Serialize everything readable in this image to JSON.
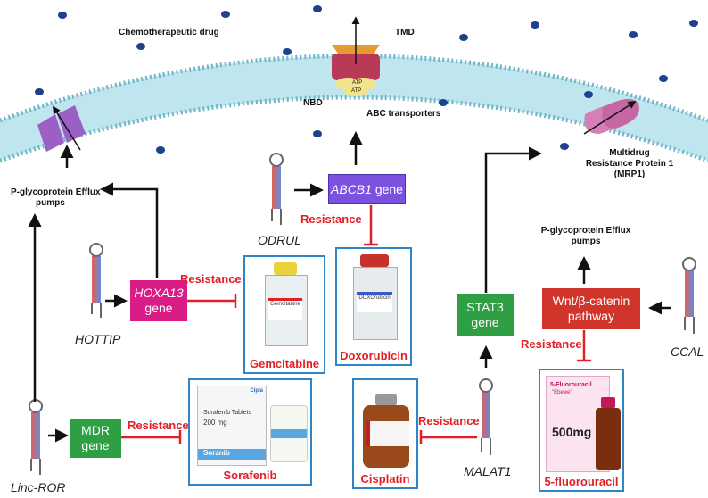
{
  "labels": {
    "chemo_drug": "Chemotherapeutic drug",
    "tmd": "TMD",
    "nbd": "NBD",
    "abc_transporters": "ABC transporters",
    "atp_top": "ATP",
    "atp_bottom": "ATP",
    "mrp1_line1": "Multidrug",
    "mrp1_line2": "Resistance Protein 1",
    "mrp1_line3": "(MRP1)",
    "pgp_left_line1": "P-glycoprotein Efflux",
    "pgp_left_line2": "pumps",
    "pgp_right_line1": "P-glycoprotein Efflux",
    "pgp_right_line2": "pumps"
  },
  "lncrnas": {
    "odrul": "ODRUL",
    "hottip": "HOTTIP",
    "linc_ror": "Linc-ROR",
    "malat1": "MALAT1",
    "ccal": "CCAL"
  },
  "genes": {
    "abcb1_italic": "ABCB1",
    "abcb1_suffix": " gene",
    "hoxa13_line1": "HOXA13",
    "hoxa13_line2": "gene",
    "mdr_line1": "MDR",
    "mdr_line2": "gene",
    "stat3_line1": "STAT3",
    "stat3_line2": "gene",
    "wnt_line1": "Wnt/β-catenin",
    "wnt_line2": "pathway"
  },
  "resistance_label": "Resistance",
  "drugs": {
    "gemcitabine": {
      "name": "Gemcitabine",
      "vial_text": "Gemcitabine"
    },
    "doxorubicin": {
      "name": "Doxorubicin",
      "vial_text": "DOXOrubicin"
    },
    "sorafenib": {
      "name": "Sorafenib",
      "box_text": "Sorafenib Tablets",
      "dose": "200 mg",
      "brand": "Soranib",
      "maker": "Cipla"
    },
    "cisplatin": {
      "name": "Cisplatin"
    },
    "fluorouracil": {
      "name": "5-fluorouracil",
      "box_text": "5-Fluorouracil",
      "brand": "\"Ebewe\"",
      "dose": "500mg"
    }
  },
  "colors": {
    "abcb1_box": "#7b52e0",
    "hoxa13_box": "#d91c86",
    "mdr_box": "#2ea043",
    "stat3_box": "#2ea043",
    "wnt_box": "#d0352b",
    "resistance": "#e21f26",
    "frame": "#2f86c6",
    "membrane": "#bfe6ef"
  }
}
